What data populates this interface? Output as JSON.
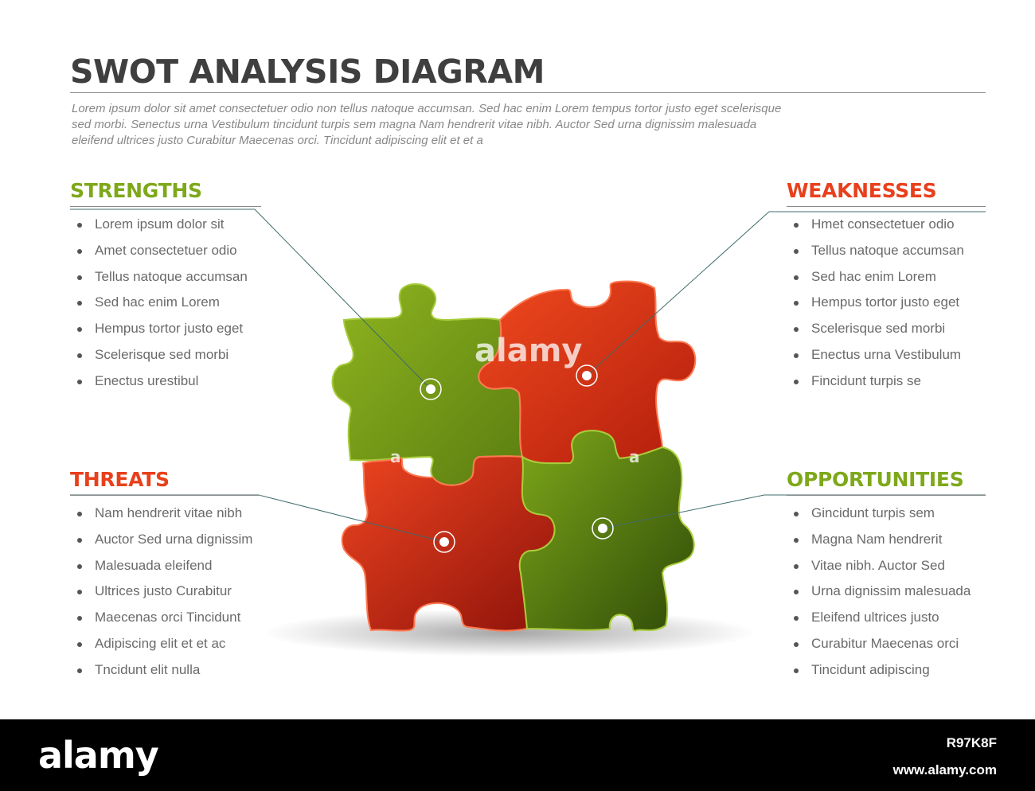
{
  "title": "SWOT ANALYSIS DIAGRAM",
  "intro": "Lorem ipsum dolor sit amet consectetuer odio non tellus natoque accumsan. Sed hac enim Lorem tempus tortor justo eget scelerisque sed morbi. Senectus urna Vestibulum tincidunt turpis sem magna Nam hendrerit vitae nibh. Auctor Sed urna dignissim malesuada eleifend ultrices justo Curabitur Maecenas orci. Tincidunt adipiscing elit et et a",
  "colors": {
    "green": "#7ea81a",
    "red": "#e8401c",
    "title": "#3f3f3f",
    "text": "#6a6a6a"
  },
  "strengths": {
    "heading": "STRENGTHS",
    "items": [
      "Lorem ipsum dolor sit",
      "Amet consectetuer odio",
      "Tellus natoque accumsan",
      "Sed hac enim Lorem",
      "Hempus tortor justo eget",
      "Scelerisque sed morbi",
      "Enectus urestibul"
    ]
  },
  "weaknesses": {
    "heading": "WEAKNESSES",
    "items": [
      "Hmet consectetuer odio",
      "Tellus natoque accumsan",
      "Sed hac enim Lorem",
      "Hempus tortor justo eget",
      "Scelerisque sed morbi",
      "Enectus urna Vestibulum",
      "Fincidunt turpis se"
    ]
  },
  "threats": {
    "heading": "THREATS",
    "items": [
      "Nam hendrerit vitae nibh",
      "Auctor Sed urna dignissim",
      "Malesuada eleifend",
      "Ultrices justo Curabitur",
      "Maecenas orci Tincidunt",
      "Adipiscing elit et et ac",
      "Tncidunt elit nulla"
    ]
  },
  "opportunities": {
    "heading": "OPPORTUNITIES",
    "items": [
      "Gincidunt turpis sem",
      "Magna Nam hendrerit",
      "Vitae nibh. Auctor Sed",
      "Urna dignissim malesuada",
      "Eleifend ultrices justo",
      "Curabitur Maecenas orci",
      "Tincidunt adipiscing"
    ]
  },
  "watermark": {
    "brand": "alamy",
    "image_id": "R97K8F",
    "url": "www.alamy.com",
    "small_a": "a"
  }
}
